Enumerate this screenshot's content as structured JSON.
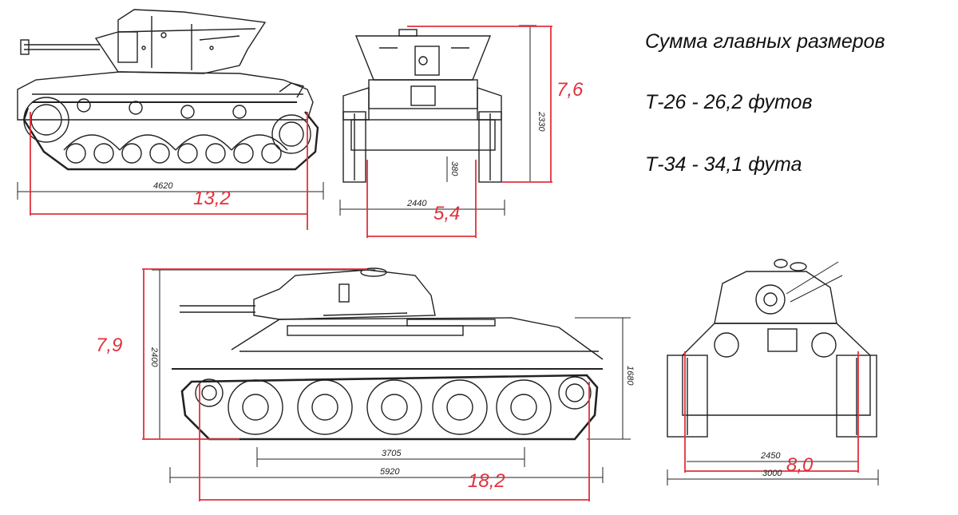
{
  "heading": "Сумма главных размеров",
  "sums": {
    "t26": "Т-26 - 26,2 футов",
    "t34": "Т-34 - 34,1 фута"
  },
  "t26": {
    "side": {
      "drawing_dimension": "4620",
      "length_feet": "13,2"
    },
    "front": {
      "width_drawing": "2440",
      "height_drawing": "2330",
      "clearance_drawing": "380",
      "width_feet": "5,4",
      "height_feet": "7,6"
    }
  },
  "t34": {
    "side": {
      "height_drawing": "2400",
      "hull_height_drawing": "1680",
      "wheelbase_drawing": "3705",
      "length_drawing": "5920",
      "height_feet": "7,9",
      "length_feet": "18,2"
    },
    "front": {
      "track_center_drawing": "2450",
      "width_drawing": "3000",
      "width_feet": "8,0"
    }
  },
  "colors": {
    "dimension_red": "#e0323c",
    "line_ink": "#222222",
    "text": "#111111"
  }
}
